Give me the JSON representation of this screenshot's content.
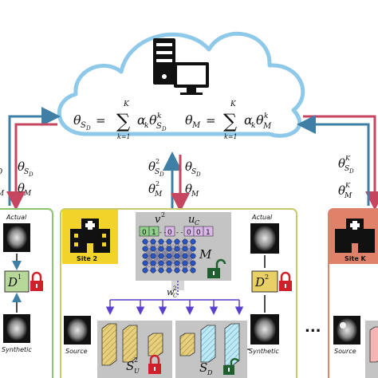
{
  "cloud": {
    "eq_discriminator": {
      "lhs": "θ",
      "lhs_sub": "S",
      "lhs_subsub": "D",
      "sum_top": "K",
      "sum_bottom": "k=1",
      "rhs": "α",
      "rhs_sub": "k",
      "rhs_theta": "θ",
      "rhs_theta_sup": "k",
      "rhs_theta_sub": "S",
      "rhs_theta_subsub": "D"
    },
    "eq_model": {
      "lhs": "θ",
      "lhs_sub": "M",
      "sum_top": "K",
      "sum_bottom": "k=1",
      "rhs": "α",
      "rhs_sub": "k",
      "rhs_theta": "θ",
      "rhs_theta_sup": "k",
      "rhs_theta_sub": "M"
    },
    "equals": "=",
    "sigma": "∑"
  },
  "links": {
    "left": {
      "theta": "θ",
      "sub": "S",
      "subsub": "D",
      "m_sub": "M"
    },
    "middle_up": {
      "theta": "θ",
      "sup": "2",
      "sub": "S",
      "subsub": "D",
      "m_sub": "M"
    },
    "middle_down": {
      "theta": "θ",
      "sub": "S",
      "subsub": "D",
      "m_sub": "M"
    },
    "right": {
      "theta": "θ",
      "sup": "K",
      "sub": "S",
      "subsub": "D",
      "m_sub": "M"
    }
  },
  "site1": {
    "actual_label": "Actual",
    "synthetic_label": "Synthetic",
    "disc_label": "D",
    "disc_sup": "1"
  },
  "site2": {
    "name": "Site 2",
    "v_label": "v",
    "v_sup": "2",
    "u_label": "u",
    "u_sub": "C",
    "code_bits": [
      "0",
      "1",
      "0",
      "0",
      "0",
      "1"
    ],
    "model_label": "M",
    "w_label": "w",
    "w_sup": "2",
    "w_sub": "C",
    "actual_label": "Actual",
    "synthetic_label": "Synthetic",
    "source_label": "Source",
    "disc_label": "D",
    "disc_sup": "2",
    "su_label": "S",
    "su_sup": "2",
    "su_sub": "U",
    "sd_label": "S",
    "sd_sub": "D"
  },
  "ellipsis": "...",
  "siteK": {
    "name": "Site K",
    "source_label": "Source"
  },
  "colors": {
    "cloud": "#8ec9ea",
    "up_arrow": "#3f7fa6",
    "down_arrow": "#c6455f",
    "site2_border": "#c8c96a",
    "site2_icon_bg": "#f2d32a",
    "siteK_icon_bg": "#e0826a",
    "disc_box": "#b8d89a",
    "gray_panel": "#c4c4c4",
    "lock_red": "#d0202a",
    "lock_green": "#1f5e2e",
    "blue_node": "#2a55c8",
    "purple_arrow": "#5b3fd0",
    "tan_block": "#e6cf7e",
    "cyan_block": "#bfe8f5"
  },
  "icons": [
    "server-icon",
    "monitor-icon",
    "hospital-icon",
    "lock-icon",
    "unlock-icon",
    "brain-mri-icon"
  ]
}
